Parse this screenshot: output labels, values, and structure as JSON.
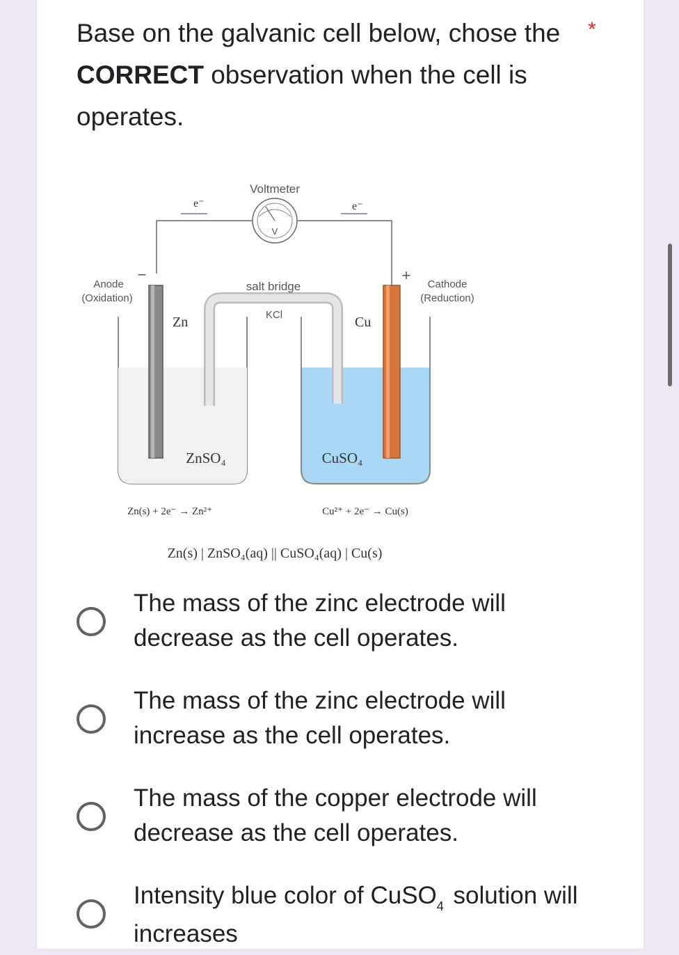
{
  "question": {
    "text_before": "Base on the galvanic cell below, chose the ",
    "text_bold": "CORRECT",
    "text_after": " observation when the cell is operates.",
    "required_mark": "*"
  },
  "diagram": {
    "voltmeter_label": "Voltmeter",
    "voltmeter_symbol": "V",
    "electron_left": "e⁻",
    "electron_right": "e⁻",
    "anode_label": "Anode",
    "anode_sub": "(Oxidation)",
    "anode_sign": "−",
    "cathode_label": "Cathode",
    "cathode_sub": "(Reduction)",
    "cathode_sign": "+",
    "salt_bridge_label": "salt bridge",
    "salt_bridge_salt": "KCl",
    "zn_label": "Zn",
    "cu_label": "Cu",
    "left_solution": "ZnSO₄",
    "right_solution": "CuSO₄",
    "left_reaction": "Zn(s) + 2e⁻ → Zn²⁺",
    "right_reaction": "Cu²⁺ + 2e⁻ → Cu(s)",
    "cell_notation": "Zn(s) | ZnSO₄(aq) || CuSO₄(aq) | Cu(s)",
    "colors": {
      "solution_blue": "#a9d8f5",
      "copper": "#d9763c",
      "zinc": "#8a8a8a"
    }
  },
  "options": [
    {
      "text": "The mass of the zinc electrode will decrease as the cell operates."
    },
    {
      "text": "The mass of the zinc electrode will increase as the cell operates."
    },
    {
      "text": "The mass of the copper electrode will decrease as the cell operates."
    },
    {
      "text_main": "Intensity blue color of CuSO",
      "subscript": "4",
      "text_rest": " solution will increases"
    }
  ]
}
